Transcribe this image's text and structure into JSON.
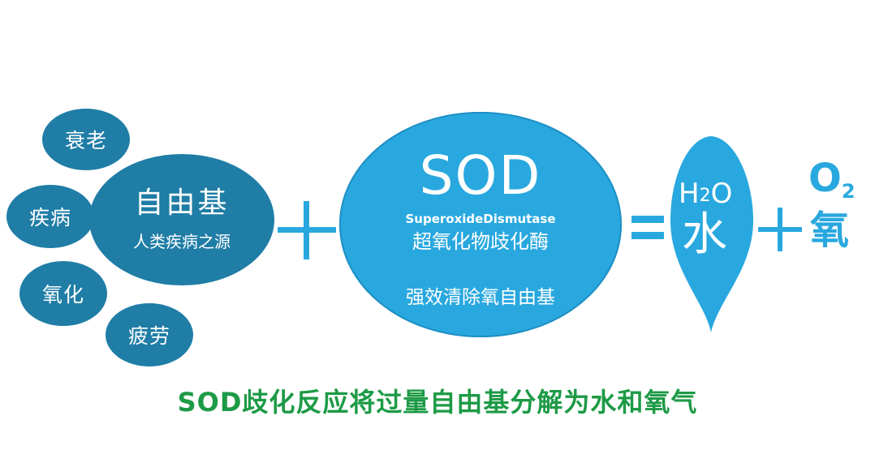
{
  "bubbles": {
    "aging": "衰老",
    "disease": "疾病",
    "oxidation": "氧化",
    "fatigue": "疲劳"
  },
  "free_radical": {
    "title": "自由基",
    "subtitle": "人类疾病之源"
  },
  "sod": {
    "title": "SOD",
    "english": "SuperoxideDismutase",
    "chinese": "超氧化物歧化酶",
    "note": "强效清除氧自由基"
  },
  "operators": {
    "plus1": "+",
    "equals": "=",
    "plus2": "+"
  },
  "water": {
    "h": "H",
    "sub": "2",
    "o": "O",
    "name": "水"
  },
  "oxygen": {
    "o": "O",
    "sub": "2",
    "name": "氧"
  },
  "caption": "SOD歧化反应将过量自由基分解为水和氧气",
  "colors": {
    "dark_blue": "#1f7da6",
    "light_blue": "#29a8df",
    "caption_green": "#1d9a46"
  }
}
